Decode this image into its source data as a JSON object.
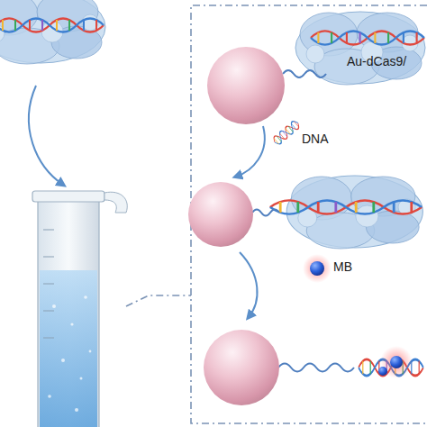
{
  "diagram": {
    "labels": [
      "Au-dCas9/",
      "DNA",
      "MB"
    ]
  }
}
